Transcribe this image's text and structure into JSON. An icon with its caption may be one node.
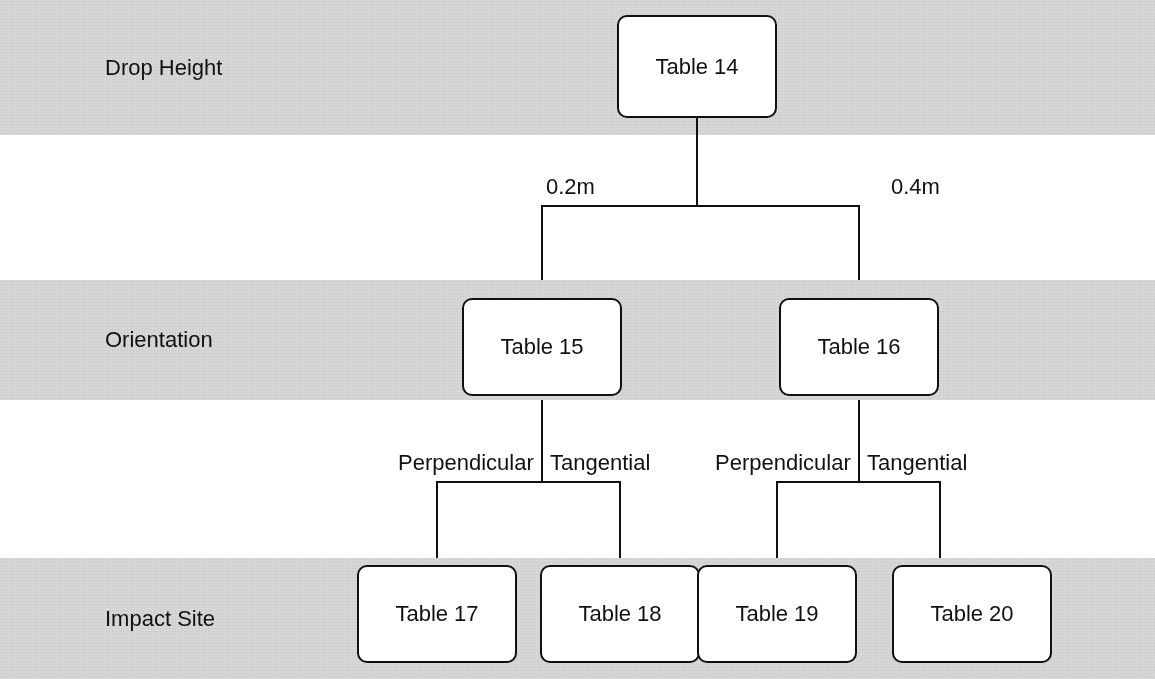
{
  "diagram": {
    "nodes": [
      {
        "text": [
          "Drop Height"
        ]
      },
      {
        "text": [
          "Table 14"
        ],
        "in": 0
      },
      {
        "text": [
          "Orientation"
        ]
      },
      {
        "text": [
          "Table 15"
        ],
        "in": 2
      },
      {
        "text": [
          "Table 16"
        ],
        "in": 2
      },
      {
        "text": [
          "Impact Site"
        ]
      },
      {
        "text": [
          "Table 17"
        ],
        "in": 5
      },
      {
        "text": [
          "Table 18"
        ],
        "in": 5
      },
      {
        "text": [
          "Table 19"
        ],
        "in": 5
      },
      {
        "text": [
          "Table 20"
        ],
        "in": 5
      }
    ],
    "edges": [
      {
        "from": 1,
        "to": 3,
        "arrow": "none",
        "label": "0.2m"
      },
      {
        "from": 1,
        "to": 4,
        "arrow": "none",
        "label": "0.4m"
      },
      {
        "from": 3,
        "to": 6,
        "arrow": "none",
        "label": "Perpendicular"
      },
      {
        "from": 3,
        "to": 7,
        "arrow": "none",
        "label": "Tangential"
      },
      {
        "from": 4,
        "to": 8,
        "arrow": "none",
        "label": "Perpendicular"
      },
      {
        "from": 4,
        "to": 9,
        "arrow": "none",
        "label": "Tangential"
      }
    ]
  }
}
